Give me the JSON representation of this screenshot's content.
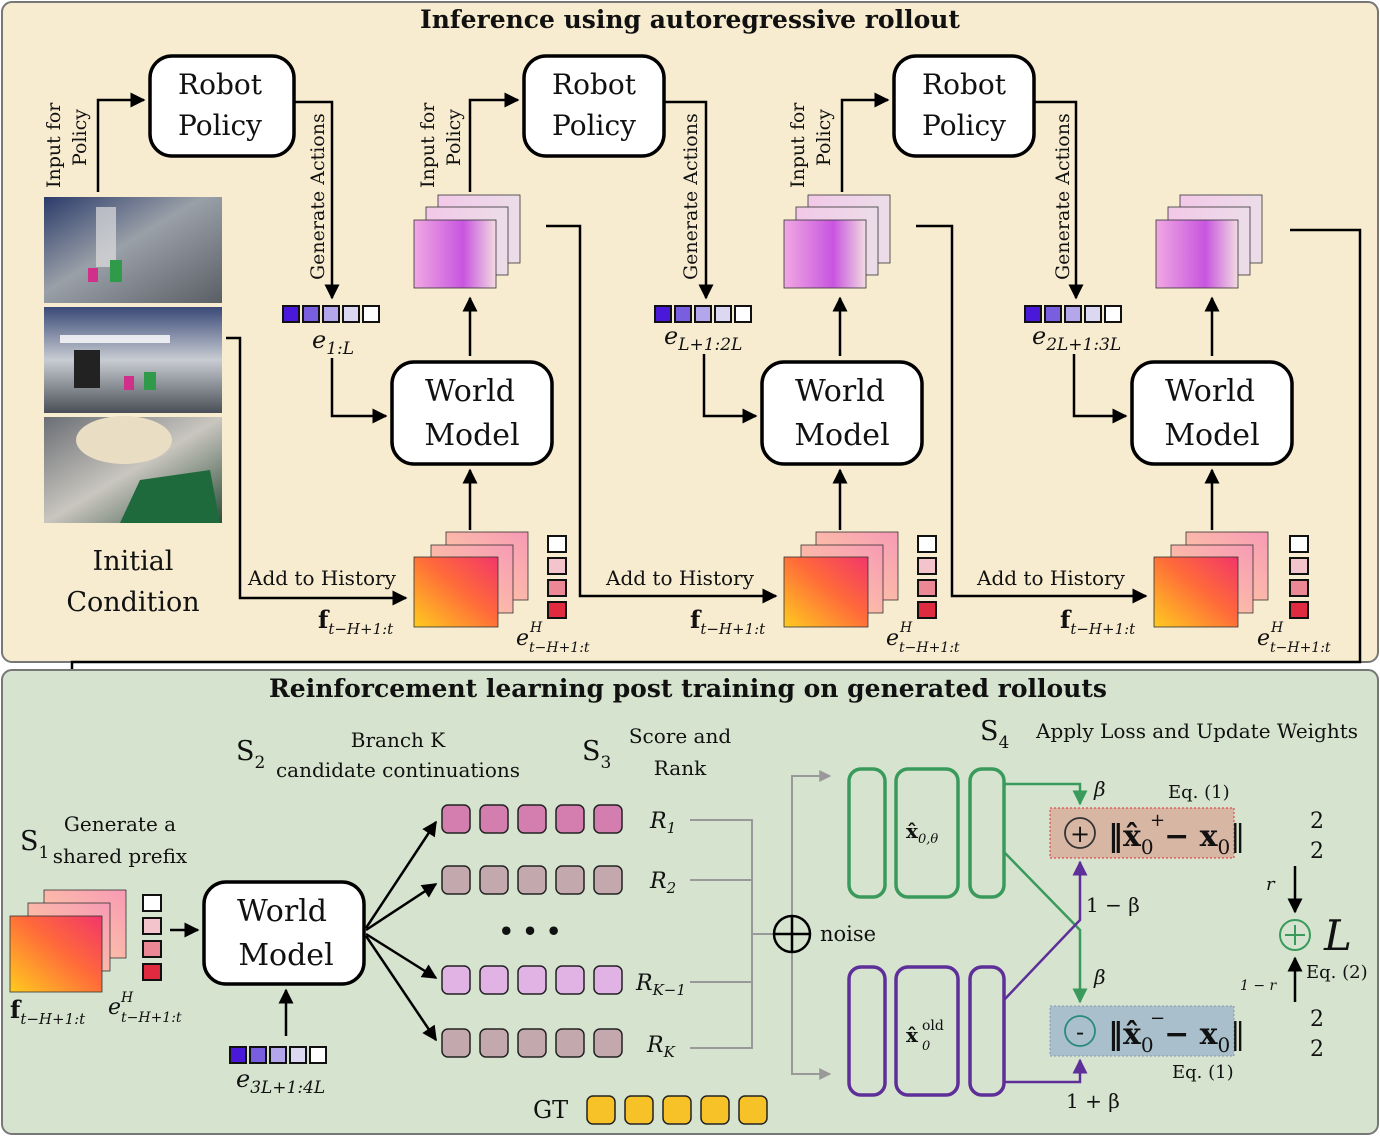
{
  "top_panel": {
    "title": "Inference using autoregressive rollout",
    "initial_condition": [
      "Initial",
      "Condition"
    ],
    "input_for_policy": [
      "Input for",
      "Policy"
    ],
    "generate_actions": "Generate Actions",
    "add_to_history": "Add to History",
    "robot_policy": [
      "Robot",
      "Policy"
    ],
    "world_model": [
      "World",
      "Model"
    ],
    "frames_label": "f",
    "frames_sub": "t−H+1:t",
    "hist_label": "e",
    "hist_sup": "H",
    "hist_sub": "t−H+1:t",
    "action_chunks": [
      {
        "label": "e",
        "sub": "1:L"
      },
      {
        "label": "e",
        "sub": "L+1:2L"
      },
      {
        "label": "e",
        "sub": "2L+1:3L"
      }
    ]
  },
  "bottom_panel": {
    "title": "Reinforcement learning post training on generated rollouts",
    "s1": {
      "tag": "S",
      "num": "1",
      "text": [
        "Generate a",
        "shared prefix"
      ]
    },
    "s2": {
      "tag": "S",
      "num": "2",
      "text": [
        "Branch K",
        "candidate continuations"
      ]
    },
    "s3": {
      "tag": "S",
      "num": "3",
      "text": [
        "Score and",
        "Rank"
      ]
    },
    "s4": {
      "tag": "S",
      "num": "4",
      "text": "Apply Loss and Update Weights"
    },
    "world_model": [
      "World",
      "Model"
    ],
    "prefix_action": {
      "label": "e",
      "sub": "3L+1:4L"
    },
    "rewards": [
      {
        "label": "R",
        "sub": "1"
      },
      {
        "label": "R",
        "sub": "2"
      },
      {
        "label": "R",
        "sub": "K−1"
      },
      {
        "label": "R",
        "sub": "K"
      }
    ],
    "ellipsis": "• • •",
    "gt": "GT",
    "noise": "noise",
    "beta": "β",
    "one_minus_beta": "1 − β",
    "one_plus_beta": "1 + β",
    "x_theta": "x̂",
    "x_theta_sub": "0,θ",
    "x_old": "x̂",
    "x_old_sub": "0",
    "x_old_sup": "old",
    "plus_loss": {
      "pre": "‖x̂",
      "sub": "0",
      "sup": "+",
      "mid": " − x",
      "sub2": "0",
      "post": "‖",
      "pow": "2",
      "lower": "2"
    },
    "minus_loss": {
      "pre": "‖x̂",
      "sub": "0",
      "sup": "−",
      "mid": " − x",
      "sub2": "0",
      "post": "‖",
      "pow": "2",
      "lower": "2"
    },
    "eq1": "Eq. (1)",
    "eq2": "Eq. (2)",
    "r": "r",
    "one_minus_r": "1 − r",
    "L": "L",
    "plus_sym": "+",
    "minus_sym": "-"
  },
  "colors": {
    "top_bg": "#f8ecd0",
    "bottom_bg": "#d6e4cf",
    "green": "#3a9a5b",
    "purple": "#5e2f98",
    "plus_box": "#d8b6a4",
    "minus_box": "#a9c0cc",
    "gt": "#f6c227"
  }
}
